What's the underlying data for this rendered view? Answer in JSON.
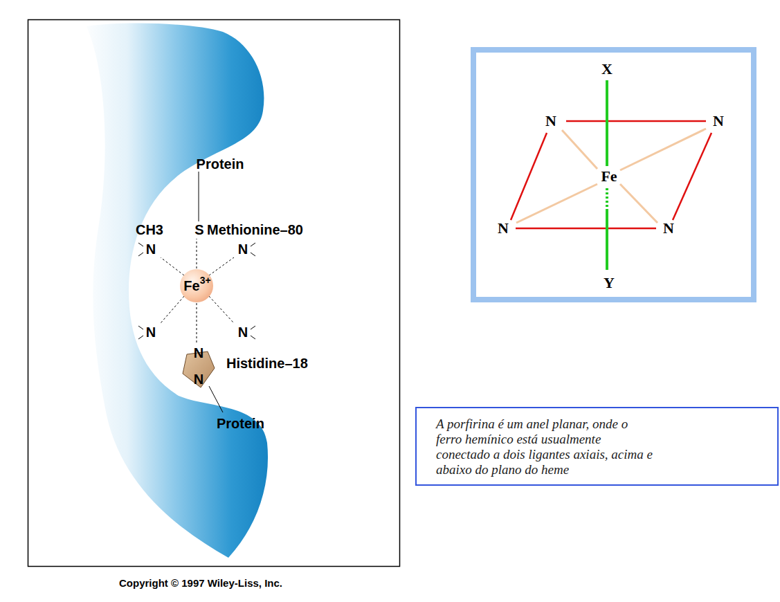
{
  "diagram": {
    "caption": "Copyright © 1997 Wiley-Liss, Inc.",
    "nodes": [
      {
        "text": [
          "Fe",
          "3+"
        ]
      },
      {
        "text": [
          "X",
          "N",
          "N",
          "Fe",
          "N",
          "N",
          "Y"
        ]
      },
      {
        "text": [
          "A porfirina é um anel planar, onde o ferro hemínico está usualmente conectado a dois ligantes axiais, acima e abaixo do plano do heme"
        ]
      }
    ],
    "labels": [
      "Protein",
      "CH3",
      "S",
      "Methionine–80",
      "N",
      "N",
      "N",
      "N",
      "N",
      "N",
      "Histidine–18",
      "Protein"
    ]
  }
}
